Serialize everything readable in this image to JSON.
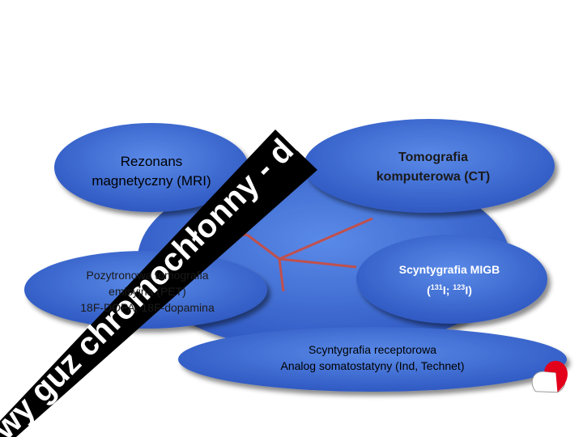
{
  "nodes": {
    "mri": {
      "line1": "Rezonans",
      "line2": "magnetyczny (MRI)"
    },
    "ct": {
      "line1": "Tomografia",
      "line2": "komputerowa (CT)"
    },
    "pet": {
      "line1": "Pozytronowa tomografia",
      "line2": "emisyjna (PET)",
      "line3": "18F-DOPA, 18F-dopamina"
    },
    "migb": {
      "line1": "Scyntygrafia MIGB",
      "iso1": "131",
      "el1": "I; ",
      "iso2": "123",
      "el2": "I)"
    },
    "receptor": {
      "line1": "Scyntygrafia receptorowa",
      "line2": "Analog somatostatyny (Ind, Technet)"
    }
  },
  "banner": {
    "text": "wy guz chromochłonny - diagnostyka"
  },
  "colors": {
    "ellipse": "#3f6fd6",
    "ellipse_dark": "#2a4fb0",
    "connector": "#c0504d",
    "banner": "#000000",
    "banner_text": "#ffffff"
  }
}
